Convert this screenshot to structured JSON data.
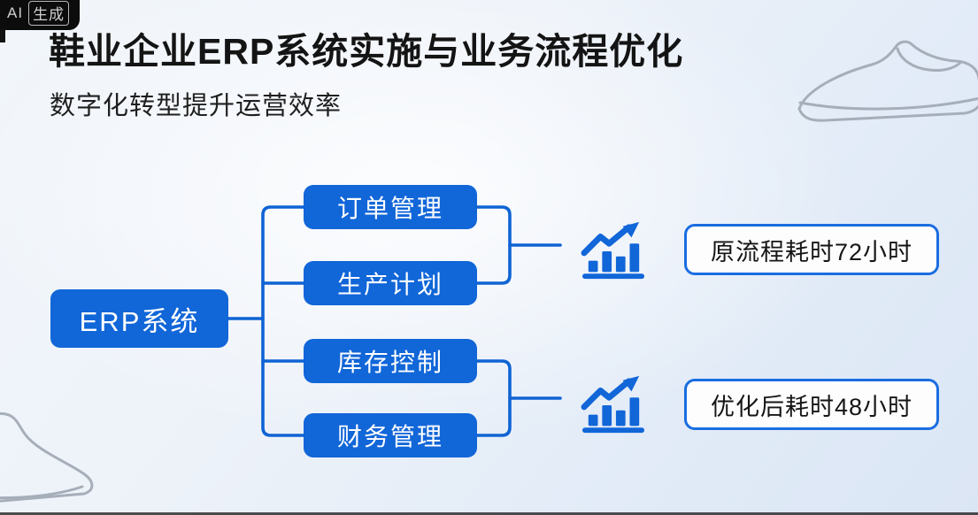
{
  "watermark": {
    "prefix": "AI",
    "boxed": "生成"
  },
  "header": {
    "title": "鞋业企业ERP系统实施与业务流程优化",
    "subtitle": "数字化转型提升运营效率"
  },
  "diagram": {
    "root": {
      "label": "ERP系统"
    },
    "modules": [
      {
        "label": "订单管理"
      },
      {
        "label": "生产计划"
      },
      {
        "label": "库存控制"
      },
      {
        "label": "财务管理"
      }
    ],
    "results": [
      {
        "label": "原流程耗时72小时"
      },
      {
        "label": "优化后耗时48小时"
      }
    ],
    "icons": [
      {
        "name": "growth-chart-icon"
      },
      {
        "name": "growth-chart-icon"
      }
    ]
  },
  "colors": {
    "node_blue": "#1166d8",
    "connector_blue": "#0f63d4",
    "result_border_blue": "#1a6de0",
    "title_black": "#141414",
    "shoe_outline_gray": "#a6aeb9",
    "background_tint": "#e4edf8"
  }
}
